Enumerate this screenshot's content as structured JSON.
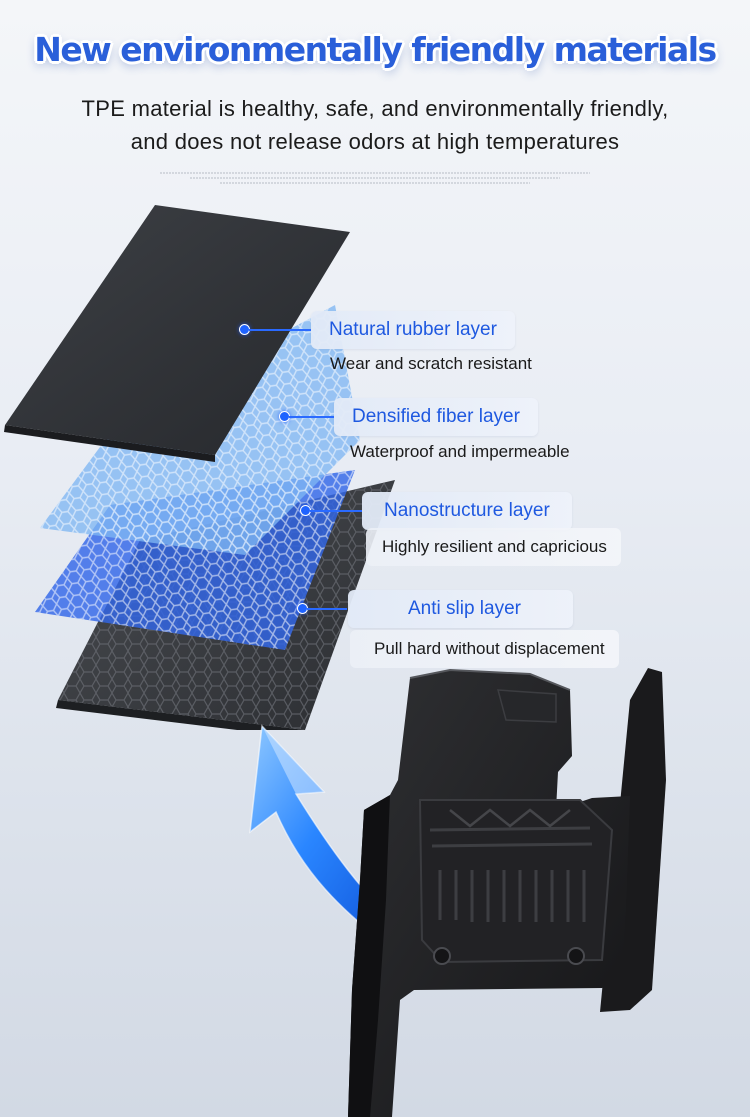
{
  "headline": "New environmentally friendly materials",
  "subtitle_line1": "TPE material is healthy, safe, and environmentally friendly,",
  "subtitle_line2": "and does not release odors at high temperatures",
  "layers": [
    {
      "label": "Natural rubber layer",
      "description": "Wear and scratch resistant"
    },
    {
      "label": "Densified fiber layer",
      "description": "Waterproof and impermeable"
    },
    {
      "label": "Nanostructure layer",
      "description": "Highly resilient and capricious"
    },
    {
      "label": "Anti slip layer",
      "description": "Pull hard without displacement"
    }
  ],
  "colors": {
    "accent": "#1f59e0",
    "headline": "#2a5fd9",
    "rubber": "#2e3034",
    "fiber": "#5aa0f0",
    "arrow": "#1c74f5",
    "mat": "#1c1c1e"
  },
  "icons": [
    "leader-dot",
    "up-arrow",
    "floor-mat-product"
  ]
}
